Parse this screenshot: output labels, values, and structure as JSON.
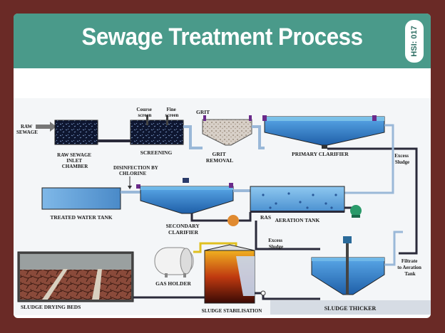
{
  "header": {
    "title": "Sewage Treatment Process",
    "badge": "HSI: 017"
  },
  "labels": {
    "raw_sewage": [
      "RAW",
      "SEWAGE"
    ],
    "raw_sewage_inlet": [
      "RAW SEWAGE",
      "INLET",
      "CHAMBER"
    ],
    "course_screen": [
      "Course",
      "screen"
    ],
    "fine_screen": [
      "Fine",
      "screen"
    ],
    "screening": "SCREENING",
    "grit": "GRIT",
    "grit_removal": [
      "GRIT",
      "REMOVAL"
    ],
    "primary_clarifier": "PRIMARY CLARIFIER",
    "excess_sludge_top": [
      "Excess",
      "Sludge"
    ],
    "disinfection": [
      "DISINFECTION BY",
      "CHLORINE"
    ],
    "treated_water_tank": "TREATED WATER TANK",
    "secondary_clarifier": [
      "SECONDARY",
      "CLARIFIER"
    ],
    "ras": "RAS",
    "aeration_tank": "AERATION TANK",
    "excess_sludge_mid": [
      "Excess",
      "Sludge"
    ],
    "gas_holder": "GAS HOLDER",
    "filtrate": [
      "Filtrate",
      "to Aeration",
      "Tank"
    ],
    "sludge_drying_beds": "SLUDGE DRYING BEDS",
    "sludge_stabilisation": "SLUDGE STABILISATION",
    "sludge_thicker": "SLUDGE THICKER"
  },
  "colors": {
    "header": "#4a9a8a",
    "frame": "#6a2a26",
    "water": "#3f8fd6",
    "pipe_dark": "#2a2a3a",
    "pipe_light": "#9ab8d8",
    "pump": "#e08a30"
  }
}
